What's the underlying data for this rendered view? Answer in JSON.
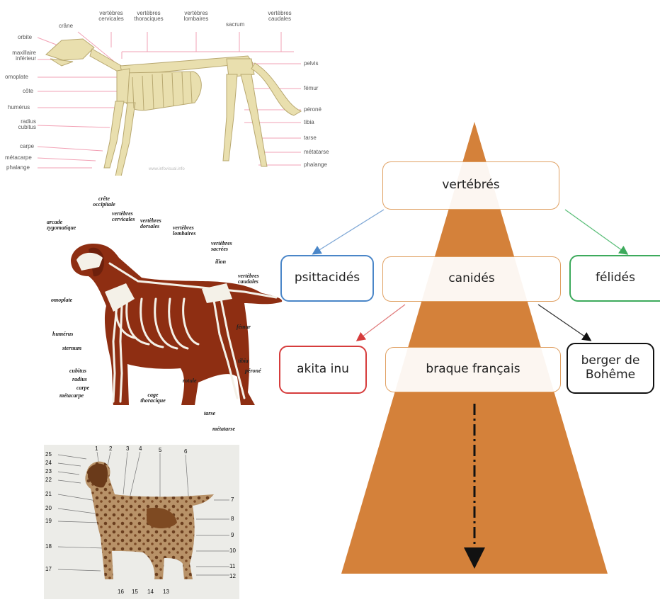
{
  "skeleton_panel": {
    "labels": {
      "orbite": "orbite",
      "maxillaire": "maxillaire inférieur",
      "omoplate": "omoplate",
      "cote": "côte",
      "humerus": "humérus",
      "radius": "radius cubitus",
      "carpe": "carpe",
      "metacarpe": "métacarpe",
      "phalange_left": "phalange",
      "crane": "crâne",
      "vert_cerv": "vertèbres cervicales",
      "vert_thor": "vertèbres thoraciques",
      "vert_lomb": "vertèbres lombaires",
      "sacrum": "sacrum",
      "vert_caud": "vertèbres caudales",
      "pelvis": "pelvis",
      "femur": "fémur",
      "perone": "péroné",
      "tibia": "tibia",
      "tarse": "tarse",
      "metatarse": "métatarse",
      "phalange_right": "phalange"
    },
    "watermark": "www.infovisual.info"
  },
  "dog_panel": {
    "labels": {
      "crete": "crête occipitale",
      "arcade": "arcade zygomatique",
      "vert_cerv": "vertèbres cervicales",
      "vert_dors": "vertèbres dorsales",
      "vert_lomb": "vertèbres lombaires",
      "vert_sacr": "vertèbres sacrées",
      "ilion": "ilion",
      "vert_caud": "vertèbres caudales",
      "omoplate": "omoplate",
      "femur": "fémur",
      "humerus": "humérus",
      "sternum": "sternum",
      "cubitus": "cubitus",
      "radius": "radius",
      "carpe": "carpe",
      "metacarpe": "métacarpe",
      "cage": "cage thoracique",
      "rotule": "rotule",
      "tibia": "tibia",
      "perone": "péroné",
      "tarse": "tarse",
      "metatarse": "métatarse"
    }
  },
  "numbered_panel": {
    "numbers": [
      "1",
      "2",
      "3",
      "4",
      "5",
      "6",
      "7",
      "8",
      "9",
      "10",
      "11",
      "12",
      "13",
      "14",
      "15",
      "16",
      "17",
      "18",
      "19",
      "20",
      "21",
      "22",
      "23",
      "24",
      "25"
    ]
  },
  "hierarchy": {
    "top": "vertébrés",
    "middle": {
      "left": "psittacidés",
      "center": "canidés",
      "right": "félidés"
    },
    "bottom": {
      "left": "akita inu",
      "center": "braque français",
      "right": "berger de Bohême"
    }
  },
  "colors": {
    "triangle": "#D4813A",
    "box_orange": "#E0A062",
    "box_blue": "#4A86C8",
    "box_green": "#3DAA5C",
    "box_red": "#D63C3C",
    "box_black": "#111111",
    "dog_brown": "#8E2E12",
    "bone": "#E9DFAE"
  }
}
